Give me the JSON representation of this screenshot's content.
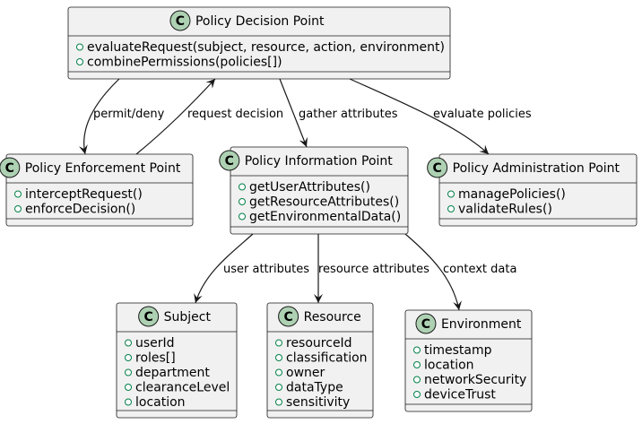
{
  "colors": {
    "class_fill": "#F1F1F1",
    "class_border": "#181818",
    "badge_fill": "#ADD1B2",
    "visibility_marker": "#FFFFFF",
    "edge": "#181818"
  },
  "classes": [
    {
      "id": "pdp",
      "badge": "C",
      "name": "Policy Decision Point",
      "members": [
        "evaluateRequest(subject, resource, action, environment)",
        "combinePermissions(policies[])"
      ]
    },
    {
      "id": "pep",
      "badge": "C",
      "name": "Policy Enforcement Point",
      "members": [
        "interceptRequest()",
        "enforceDecision()"
      ]
    },
    {
      "id": "pip",
      "badge": "C",
      "name": "Policy Information Point",
      "members": [
        "getUserAttributes()",
        "getResourceAttributes()",
        "getEnvironmentalData()"
      ]
    },
    {
      "id": "pap",
      "badge": "C",
      "name": "Policy Administration Point",
      "members": [
        "managePolicies()",
        "validateRules()"
      ]
    },
    {
      "id": "subject",
      "badge": "C",
      "name": "Subject",
      "members": [
        "userId",
        "roles[]",
        "department",
        "clearanceLevel",
        "location"
      ]
    },
    {
      "id": "resource",
      "badge": "C",
      "name": "Resource",
      "members": [
        "resourceId",
        "classification",
        "owner",
        "dataType",
        "sensitivity"
      ]
    },
    {
      "id": "environment",
      "badge": "C",
      "name": "Environment",
      "members": [
        "timestamp",
        "location",
        "networkSecurity",
        "deviceTrust"
      ]
    }
  ],
  "edges": [
    {
      "from": "pdp",
      "to": "pep",
      "label": "permit/deny"
    },
    {
      "from": "pep",
      "to": "pdp",
      "label": "request decision"
    },
    {
      "from": "pdp",
      "to": "pip",
      "label": "gather attributes"
    },
    {
      "from": "pdp",
      "to": "pap",
      "label": "evaluate policies"
    },
    {
      "from": "pip",
      "to": "subject",
      "label": "user attributes"
    },
    {
      "from": "pip",
      "to": "resource",
      "label": "resource attributes"
    },
    {
      "from": "pip",
      "to": "environment",
      "label": "context data"
    }
  ]
}
